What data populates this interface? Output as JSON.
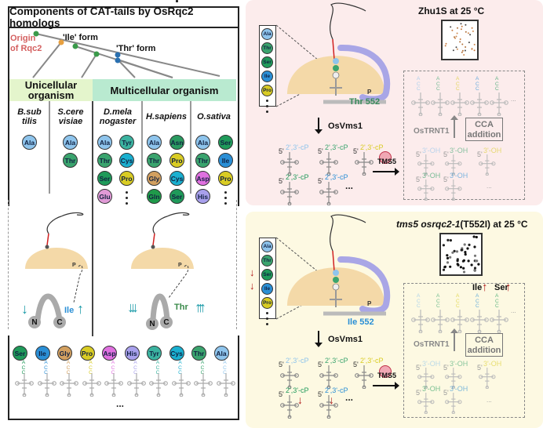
{
  "left_panel": {
    "title": "Components of CAT-tails by OsRqc2 homologs",
    "tree": {
      "origin_label_line1": "Origin",
      "origin_label_line2": "of Rqc2",
      "ile_form": "'Ile' form",
      "thr_form": "'Thr' form"
    },
    "groups": {
      "unicellular": "Unicellular organism",
      "unicellular_line1": "Unicellular",
      "unicellular_line2": "organism",
      "multicellular": "Multicellular organism"
    },
    "species": [
      {
        "line1": "B.sub",
        "line2": "tilis",
        "residues": [
          "Ala"
        ],
        "more": false
      },
      {
        "line1": "S.cere",
        "line2": "visiae",
        "residues": [
          "Ala",
          "Thr"
        ],
        "more": false
      },
      {
        "line1": "D.mela",
        "line2": "nogaster",
        "residues": [
          "Ala",
          "Thr",
          "Ser",
          "Glu",
          "Tyr",
          "Cys",
          "Pro"
        ],
        "more": true
      },
      {
        "line1": "H.sapiens",
        "line2": "",
        "residues": [
          "Ala",
          "Thr",
          "Gly",
          "Gln",
          "Asn",
          "Pro",
          "Cys",
          "Ser"
        ],
        "more": true
      },
      {
        "line1": "O.sativa",
        "line2": "",
        "residues": [
          "Ala",
          "Thr",
          "Asp",
          "His",
          "Ser",
          "Ile",
          "Pro"
        ],
        "more": true
      }
    ],
    "ribosome_left": {
      "residue_label": "Ile",
      "terminus_n": "N",
      "terminus_c": "C",
      "down_arrows": 1,
      "up_arrows": 1
    },
    "ribosome_right": {
      "residue_label": "Thr",
      "terminus_n": "N",
      "terminus_c": "C",
      "down_arrows": 3,
      "up_arrows": 3
    },
    "trna_row": [
      "Ser",
      "Ile",
      "Gly",
      "Pro",
      "Asp",
      "His",
      "Tyr",
      "Cys",
      "Thr",
      "Ala"
    ],
    "trna_ellipsis": "...",
    "acceptor_letters": [
      "A",
      "C",
      "C"
    ]
  },
  "top_panel": {
    "title": "Zhu1S at 25 °C",
    "tail_list": [
      "Ala",
      "Thr",
      "Ser",
      "Ile",
      "Pro"
    ],
    "residue_site": "Thr 552",
    "step_enzyme": "OsVms1",
    "cp_label": "2',3'-cP",
    "five_prime": "5'",
    "inhibitor": "TMS5",
    "oh_label": "3'-OH",
    "enzyme2": "OsTRNT1",
    "cca_line1": "CCA",
    "cca_line2": "addition",
    "ellipsis": "..."
  },
  "bottom_panel": {
    "title_italic": "tms5 osrqc2-1",
    "title_rest": "(T552I) at 25 °C",
    "tail_list": [
      "Ala",
      "Thr",
      "Ser",
      "Ile",
      "Pro"
    ],
    "decreased": [
      "Ser",
      "Ile"
    ],
    "residue_site": "Ile 552",
    "step_enzyme": "OsVms1",
    "cp_label": "2',3'-cP",
    "five_prime": "5'",
    "inhibitor": "TMS5",
    "oh_label": "3'-OH",
    "enzyme2": "OsTRNT1",
    "cca_line1": "CCA",
    "cca_line2": "addition",
    "increased_labels": [
      "Ile",
      "Ser"
    ],
    "ellipsis": "..."
  },
  "colors": {
    "Ala": "#8ec4ec",
    "Thr": "#3aa46e",
    "Ser": "#1f9a5a",
    "Ile": "#2a8fd6",
    "Pro": "#d9cc24",
    "Glu": "#e09ad6",
    "Tyr": "#3bb3a0",
    "Cys": "#1ab0d0",
    "Gly": "#d3a060",
    "Gln": "#1f9a4a",
    "Asn": "#2a9a60",
    "Asp": "#e070e0",
    "His": "#a8a0ec",
    "top_panel_bg": "#fcecec",
    "bottom_panel_bg": "#fdf9e2",
    "ribosome": "#f4d9a8",
    "rqc2_arm": "#a9a6e6",
    "unicellular_bg": "#e4f5cc",
    "multicellular_bg": "#b9ead0",
    "origin_text": "#d46060",
    "teal_arrow": "#1a9aa8",
    "red_arrow": "#b01818"
  }
}
